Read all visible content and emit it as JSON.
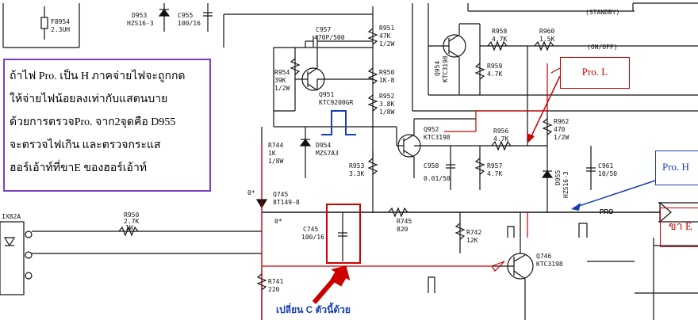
{
  "note": {
    "lines": [
      "ถ้าไฟ Pro. เป็น H ภาคจ่ายไฟจะถูกกด",
      "ให้จ่ายไฟน้อยลงเท่ากับแสตนบาย",
      "ด้วยการตรวจPro. จาก2จุดคือ D955",
      "จะตรวจไฟเกิน และตรวจกระแส",
      "ฮอร์เอ้าท์ที่ขาE ของฮอร์เอ้าท์"
    ]
  },
  "callouts": {
    "pro_l": "Pro. L",
    "pro_h": "Pro. H",
    "khae": "ขา E",
    "change_c": "เปลี่ยน C ตัวนี้ด้วย"
  },
  "labels": {
    "f8954": "F8954",
    "f8954_v": "2.3UH",
    "d953": "D953",
    "d953_v": "HZS16-3",
    "c955": "C955",
    "c955_v": "100/16",
    "c957": "C957",
    "c957_v": "470P/500",
    "r951": "R951",
    "r951_v1": "47K",
    "r951_v2": "1/2W",
    "r954": "R954",
    "r954_v1": "39K",
    "r954_v2": "1/2W",
    "q951": "Q951",
    "q951_v": "KTC9200GR",
    "r950": "R950",
    "r950_v": "1K-8",
    "r952": "R952",
    "r952_v1": "3.8K",
    "r952_v2": "1/8W",
    "d954": "D954",
    "d954_v": "MZS7A3",
    "r744": "R744",
    "r744_v1": "1K",
    "r744_v2": "1/8W",
    "q952": "Q952",
    "q952_v": "KTC3198",
    "r953": "R953",
    "r953_v": "3.3K",
    "c958": "C958",
    "c958_v": "0.01/50",
    "r957": "R957",
    "r957_v": "4.7K",
    "r956": "R956",
    "r956_v": "4.7K",
    "r962": "R962",
    "r962_v1": "470",
    "r962_v2": "1/2W",
    "d955": "D955",
    "d955_v": "HZS16-3",
    "c961": "C961",
    "c961_v": "10/50",
    "q954": "Q954",
    "q954_v": "KTC3198",
    "r958": "R958",
    "r958_v": "4.7K",
    "r960": "R960",
    "r960_v": "1.5K",
    "r959": "R959",
    "r959_v": "4.7K",
    "standby": "(STANDBY)",
    "onoff": "(ON/OFF)",
    "q745": "Q745",
    "q745_v": "8T149-8",
    "r950b": "R950",
    "r950b_v1": "2.7K",
    "r950b_v2": "1W",
    "c745": "C745",
    "c745_v": "100/16",
    "r745": "R745",
    "r745_v": "820",
    "r742": "R742",
    "r742_v": "12K",
    "q746": "Q746",
    "q746_v": "KTC3198",
    "r741": "R741",
    "r741_v": "220",
    "pro": "PRO",
    "ic_name": "IX82A",
    "zero1": "0*",
    "zero2": "0*"
  },
  "colors": {
    "schematic": "#111111",
    "red": "#cc0000",
    "blue": "#1a3fb0",
    "purple": "#7a3fc0"
  }
}
